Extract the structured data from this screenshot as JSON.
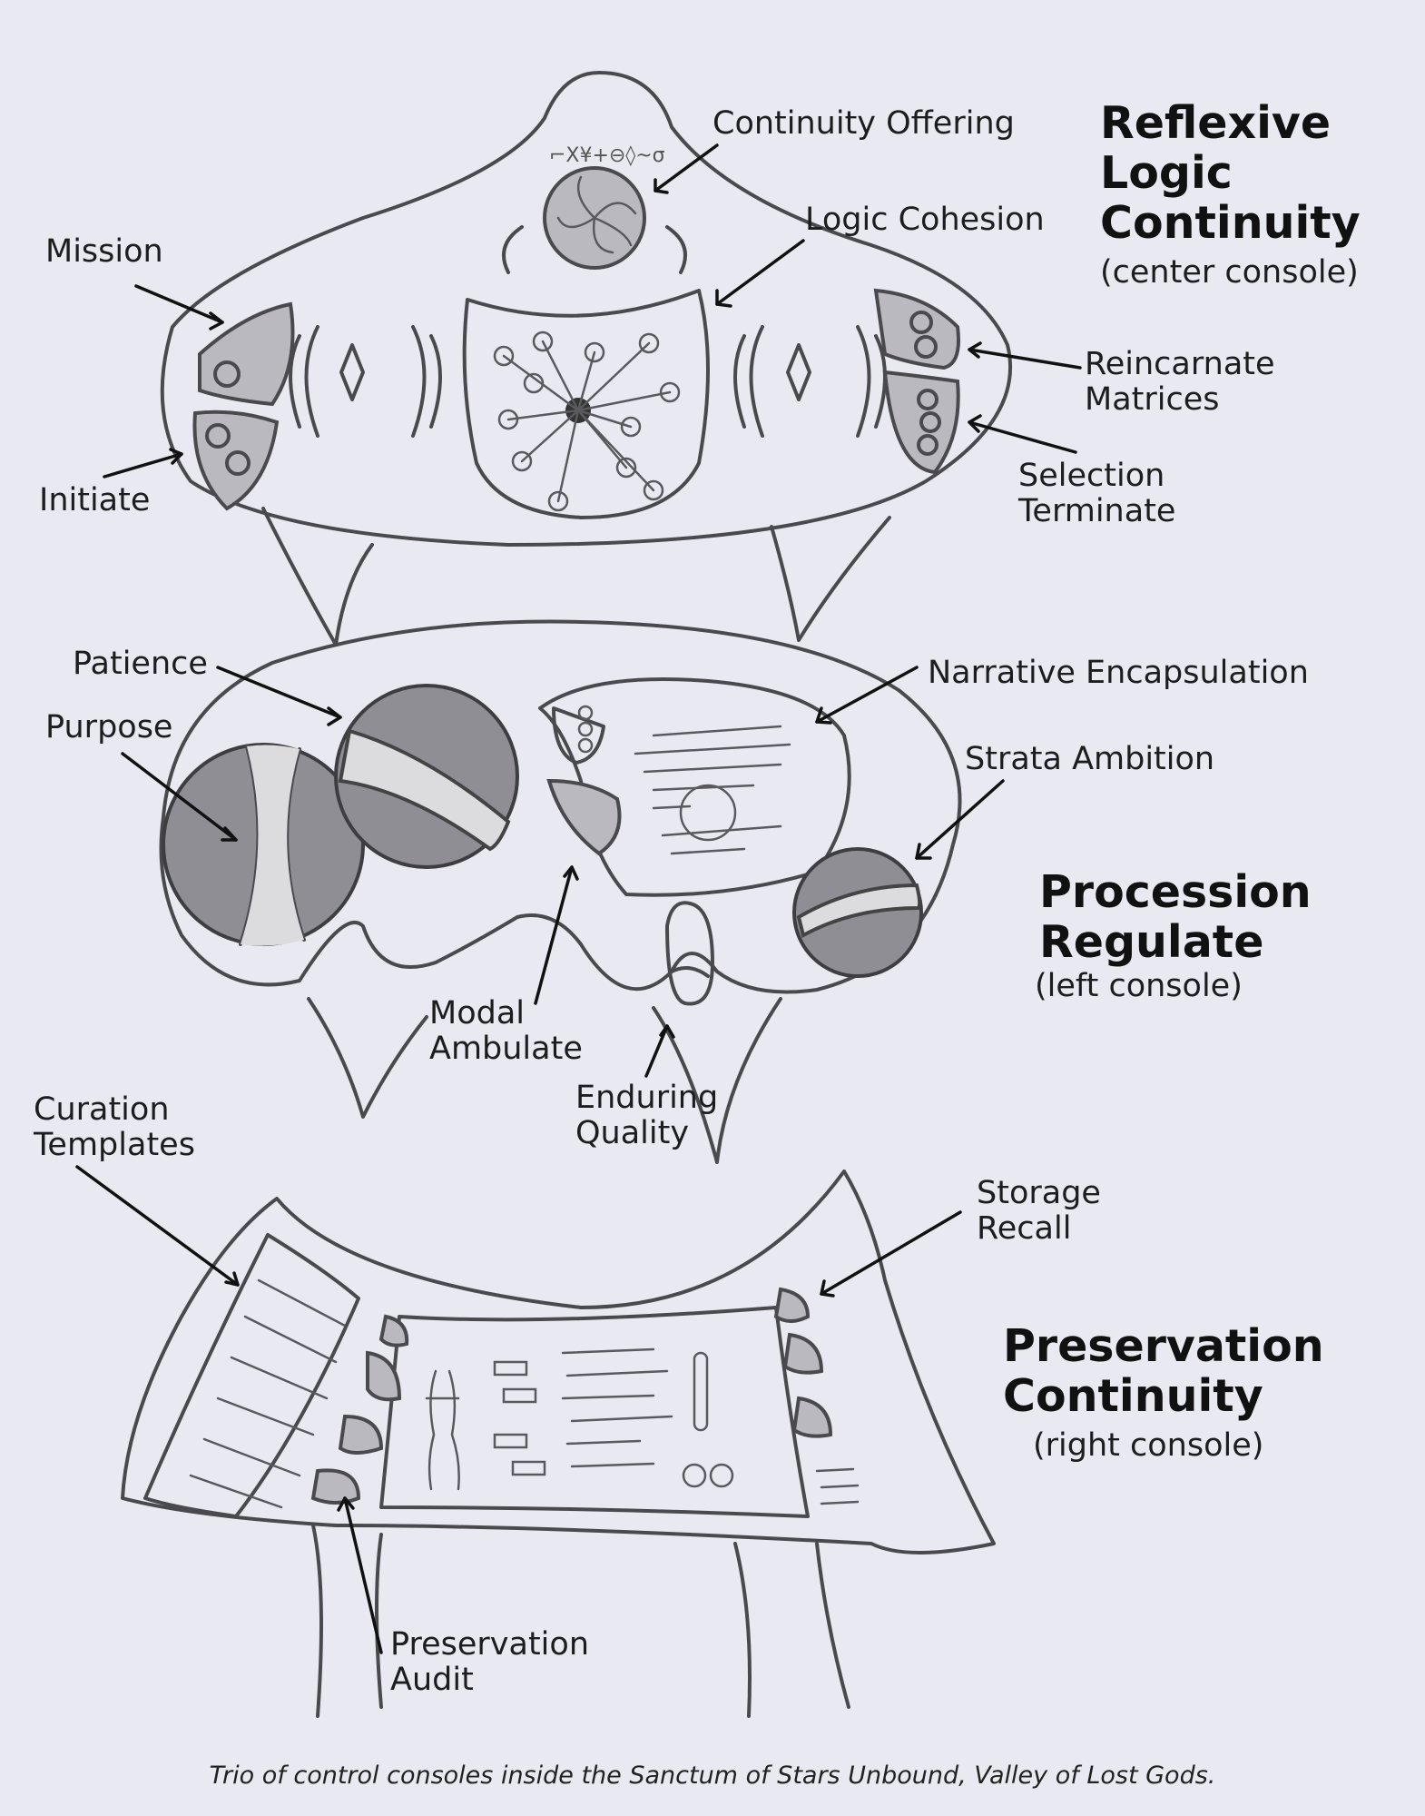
{
  "consoles": {
    "center": {
      "title_lines": [
        "Reflexive",
        "Logic",
        "Continuity"
      ],
      "subtitle": "(center console)",
      "labels": {
        "continuity_offering": "Continuity Offering",
        "logic_cohesion": "Logic Cohesion",
        "mission": "Mission",
        "initiate": "Initiate",
        "reincarnate_matrices": "Reincarnate\nMatrices",
        "selection_terminate": "Selection\nTerminate"
      }
    },
    "left": {
      "title_lines": [
        "Procession",
        "Regulate"
      ],
      "subtitle": "(left console)",
      "labels": {
        "patience": "Patience",
        "purpose": "Purpose",
        "narrative_encapsulation": "Narrative Encapsulation",
        "strata_ambition": "Strata Ambition",
        "modal_ambulate": "Modal\nAmbulate",
        "enduring_quality": "Enduring\nQuality"
      }
    },
    "right": {
      "title_lines": [
        "Preservation",
        "Continuity"
      ],
      "subtitle": "(right console)",
      "labels": {
        "curation_templates": "Curation\nTemplates",
        "storage_recall": "Storage\nRecall",
        "preservation_audit": "Preservation\nAudit"
      }
    }
  },
  "caption": "Trio of control consoles inside the Sanctum of Stars Unbound, Valley of Lost Gods."
}
